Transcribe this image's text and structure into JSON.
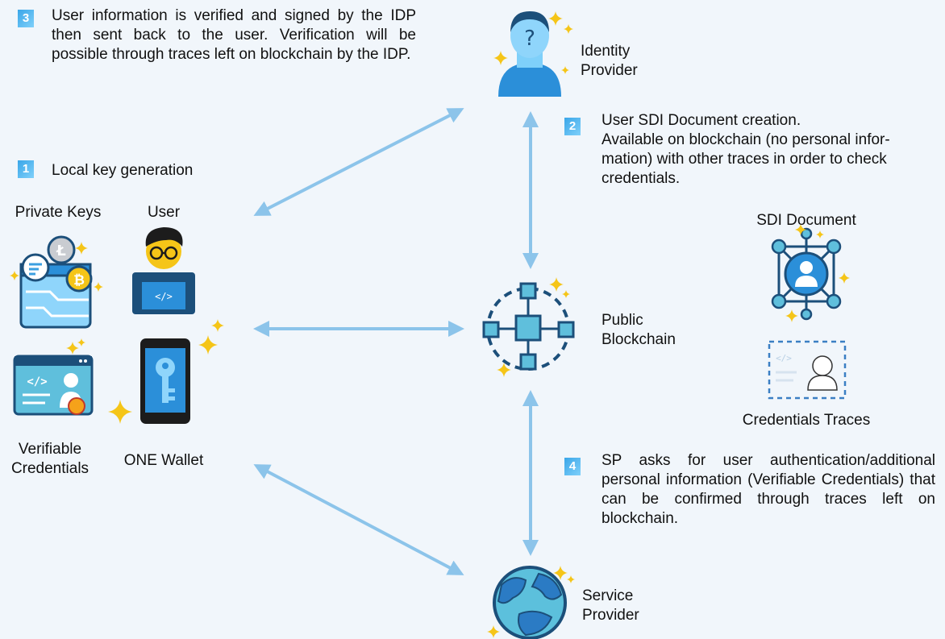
{
  "steps": [
    {
      "number": "1",
      "text": "Local key generation"
    },
    {
      "number": "2",
      "text": "User SDI Document creation. Available on blockchain (no personal information) with other traces in order to check credentials."
    },
    {
      "number": "3",
      "text": "User information is verified and signed by the IDP then sent back to the user. Verification will be possible through traces left on blockchain by the IDP."
    },
    {
      "number": "4",
      "text": "SP asks for user authentication/additional personal information (Verifiable Credentials) that can be confirmed through traces left on blockchain."
    }
  ],
  "step2_lines": [
    "User SDI Document creation.",
    "Available on blockchain (no personal infor-",
    "mation) with other traces in order to check",
    "credentials."
  ],
  "nodes": {
    "identity_provider": [
      "Identity",
      "Provider"
    ],
    "public_blockchain": [
      "Public",
      "Blockchain"
    ],
    "service_provider": [
      "Service",
      "Provider"
    ],
    "private_keys": "Private Keys",
    "user": "User",
    "verifiable_credentials": [
      "Verifiable",
      "Credentials"
    ],
    "one_wallet": "ONE Wallet",
    "sdi_document": "SDI Document",
    "credentials_traces": "Credentials Traces"
  },
  "colors": {
    "arrow": "#8cc4ea",
    "accent": "#3b9fe0",
    "dark": "#1c4f7a",
    "star": "#f5c518"
  }
}
